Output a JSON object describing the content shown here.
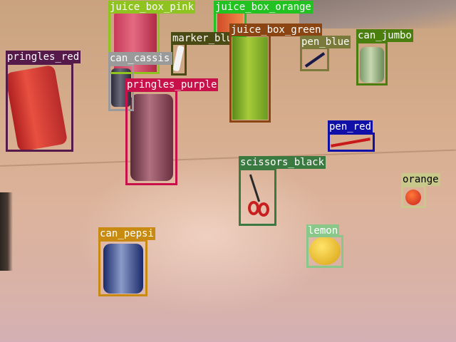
{
  "detections": [
    {
      "id": "juice_box_pink",
      "label": "juice_box_pink",
      "color": "#8fc31f",
      "text_color": "#ffffff"
    },
    {
      "id": "juice_box_orange",
      "label": "juice_box_orange",
      "color": "#22c222",
      "text_color": "#ffffff"
    },
    {
      "id": "marker_blue",
      "label": "marker_blue",
      "color": "#4a4a14",
      "text_color": "#ffffff"
    },
    {
      "id": "juice_box_green",
      "label": "juice_box_green",
      "color": "#8b4513",
      "text_color": "#ffffff"
    },
    {
      "id": "can_jumbo",
      "label": "can_jumbo",
      "color": "#4a7f10",
      "text_color": "#ffffff"
    },
    {
      "id": "pen_blue",
      "label": "pen_blue",
      "color": "#7a7a3a",
      "text_color": "#ffffff"
    },
    {
      "id": "pringles_red",
      "label": "pringles_red",
      "color": "#551a4a",
      "text_color": "#ffffff"
    },
    {
      "id": "can_cassis",
      "label": "can_cassis",
      "color": "#9a9a9a",
      "text_color": "#ffffff"
    },
    {
      "id": "pringles_purple",
      "label": "pringles_purple",
      "color": "#c8104a",
      "text_color": "#ffffff"
    },
    {
      "id": "pen_red",
      "label": "pen_red",
      "color": "#1010a8",
      "text_color": "#ffffff"
    },
    {
      "id": "scissors_black",
      "label": "scissors_black",
      "color": "#3a7a40",
      "text_color": "#ffffff"
    },
    {
      "id": "orange",
      "label": "orange",
      "color": "#c8c88a",
      "text_color": "#000000"
    },
    {
      "id": "can_pepsi",
      "label": "can_pepsi",
      "color": "#c88a10",
      "text_color": "#ffffff"
    },
    {
      "id": "lemon",
      "label": "lemon",
      "color": "#8ac88a",
      "text_color": "#ffffff"
    }
  ]
}
